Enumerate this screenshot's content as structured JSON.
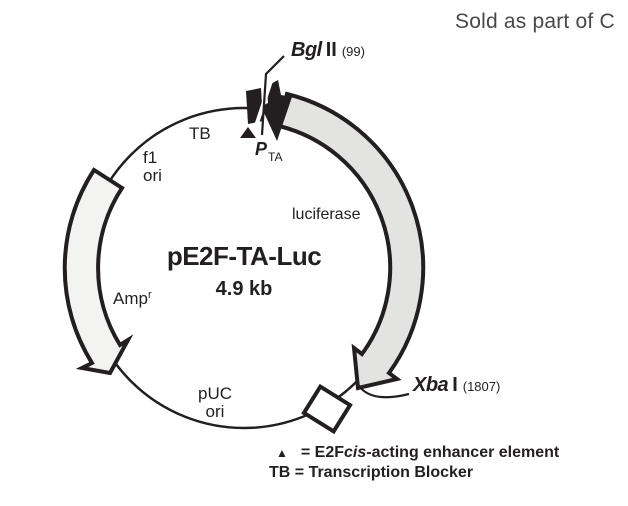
{
  "page": {
    "sold_note": "Sold as part of C"
  },
  "plasmid": {
    "title": "pE2F-TA-Luc",
    "size": "4.9 kb",
    "labels": {
      "tb": "TB",
      "f1_line1": "f1",
      "f1_line2": "ori",
      "promoter": "P",
      "promoter_sub": "TA",
      "luciferase": "luciferase",
      "amp": "Amp",
      "amp_sup": "r",
      "puc_line1": "pUC",
      "puc_line2": "ori"
    },
    "sites": {
      "bgl_enzyme": "Bgl",
      "bgl_roman": "II",
      "bgl_pos": "(99)",
      "xba_enzyme": "Xba",
      "xba_roman": "I",
      "xba_pos": "(1807)"
    }
  },
  "legend": {
    "marker": "▲",
    "line1_pre": "= E2F ",
    "line1_italic": "cis",
    "line1_post": "-acting enhancer element",
    "line2": "TB = Transcription Blocker"
  },
  "colors": {
    "ink": "#231f20",
    "luciferase_fill": "#e3e3e1",
    "amp_fill": "#f3f3f1",
    "polya_fill": "#ffffff",
    "note_text": "#48484a"
  }
}
